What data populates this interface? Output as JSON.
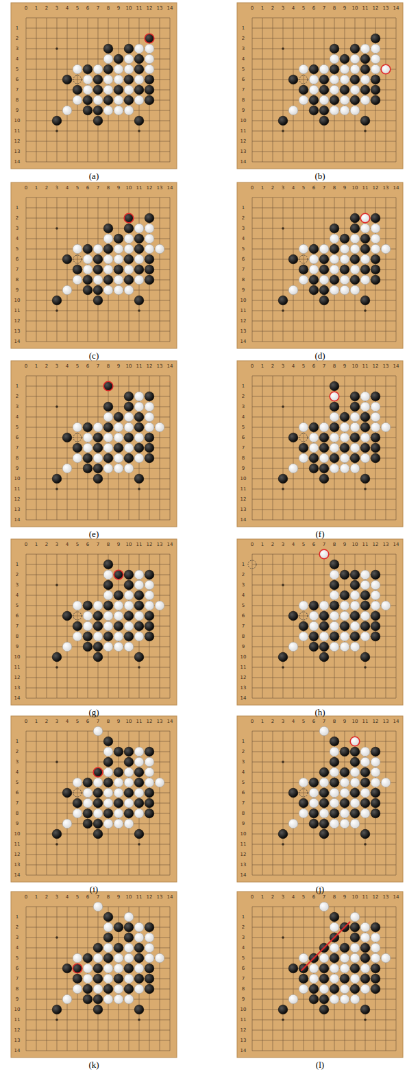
{
  "diagram": {
    "labels": [
      "0",
      "1",
      "2",
      "3",
      "4",
      "5",
      "6",
      "7",
      "8",
      "9",
      "10",
      "11",
      "12",
      "13",
      "14",
      "1",
      "2",
      "3",
      "4",
      "5",
      "6",
      "7",
      "8",
      "9",
      "10",
      "11",
      "12",
      "13",
      "14",
      "(a)",
      "0",
      "1",
      "2",
      "3",
      "4",
      "5",
      "6",
      "7",
      "8",
      "9",
      "10",
      "11",
      "12",
      "13",
      "14",
      "1",
      "2",
      "3",
      "4",
      "5",
      "6",
      "7",
      "8",
      "9",
      "10",
      "11",
      "12",
      "13",
      "14",
      "(b)",
      "0",
      "1",
      "2",
      "3",
      "4",
      "5",
      "6",
      "7",
      "8",
      "9",
      "10",
      "11",
      "12",
      "13",
      "14",
      "1",
      "2",
      "3",
      "4",
      "5",
      "6",
      "7",
      "8",
      "9",
      "10",
      "11",
      "12",
      "13",
      "14",
      "(c)",
      "0",
      "1",
      "2",
      "3",
      "4",
      "5",
      "6",
      "7",
      "8",
      "9",
      "10",
      "11",
      "12",
      "13",
      "14",
      "1",
      "2",
      "3",
      "4",
      "5",
      "6",
      "7",
      "8",
      "9",
      "10",
      "11",
      "12",
      "13",
      "14",
      "(d)",
      "0",
      "1",
      "2",
      "3",
      "4",
      "5",
      "6",
      "7",
      "8",
      "9",
      "10",
      "11",
      "12",
      "13",
      "14",
      "1",
      "2",
      "3",
      "4",
      "5",
      "6",
      "7",
      "8",
      "9",
      "10",
      "11",
      "12",
      "13",
      "14",
      "(e)",
      "0",
      "1",
      "2",
      "3",
      "4",
      "5",
      "6",
      "7",
      "8",
      "9",
      "10",
      "11",
      "12",
      "13",
      "14",
      "1",
      "2",
      "3",
      "4",
      "5",
      "6",
      "7",
      "8",
      "9",
      "10",
      "11",
      "12",
      "13",
      "14",
      "(f)",
      "0",
      "1",
      "2",
      "3",
      "4",
      "5",
      "6",
      "7",
      "8",
      "9",
      "10",
      "11",
      "12",
      "13",
      "14",
      "1",
      "2",
      "3",
      "4",
      "5",
      "6",
      "7",
      "8",
      "9",
      "10",
      "11",
      "12",
      "13",
      "14",
      "(g)",
      "0",
      "1",
      "2",
      "3",
      "4",
      "5",
      "6",
      "7",
      "8",
      "9",
      "10",
      "11",
      "12",
      "13",
      "14",
      "1",
      "2",
      "3",
      "4",
      "5",
      "6",
      "7",
      "8",
      "9",
      "10",
      "11",
      "12",
      "13",
      "14",
      "(h)",
      "0",
      "1",
      "2",
      "3",
      "4",
      "5",
      "6",
      "7",
      "8",
      "9",
      "10",
      "11",
      "12",
      "13",
      "14",
      "1",
      "2",
      "3",
      "4",
      "5",
      "6",
      "7",
      "8",
      "9",
      "10",
      "11",
      "12",
      "13",
      "14",
      "(i)",
      "0",
      "1",
      "2",
      "3",
      "4",
      "5",
      "6",
      "7",
      "8",
      "9",
      "10",
      "11",
      "12",
      "13",
      "14",
      "1",
      "2",
      "3",
      "4",
      "5",
      "6",
      "7",
      "8",
      "9",
      "10",
      "11",
      "12",
      "13",
      "14",
      "(j)",
      "0",
      "1",
      "2",
      "3",
      "4",
      "5",
      "6",
      "7",
      "8",
      "9",
      "10",
      "11",
      "12",
      "13",
      "14",
      "1",
      "2",
      "3",
      "4",
      "5",
      "6",
      "7",
      "8",
      "9",
      "10",
      "11",
      "12",
      "13",
      "14",
      "(k)",
      "0",
      "1",
      "2",
      "3",
      "4",
      "5",
      "6",
      "7",
      "8",
      "9",
      "10",
      "11",
      "12",
      "13",
      "14",
      "1",
      "2",
      "3",
      "4",
      "5",
      "6",
      "7",
      "8",
      "9",
      "10",
      "11",
      "12",
      "13",
      "14",
      "(l)"
    ]
  }
}
